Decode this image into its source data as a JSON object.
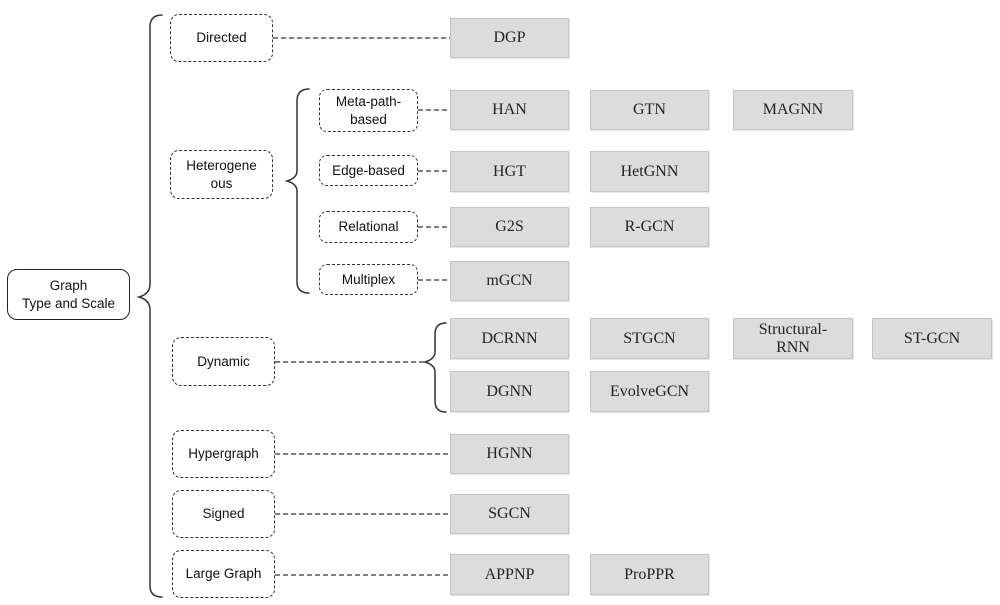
{
  "root": {
    "line1": "Graph",
    "line2": "Type and Scale"
  },
  "categories": {
    "directed": "Directed",
    "heterogeneous": {
      "line1": "Heterogene",
      "line2": "ous"
    },
    "dynamic": "Dynamic",
    "hypergraph": "Hypergraph",
    "signed": "Signed",
    "large_graph": "Large Graph"
  },
  "subcategories": {
    "meta_path": {
      "line1": "Meta-path-",
      "line2": "based"
    },
    "edge_based": "Edge-based",
    "relational": "Relational",
    "multiplex": "Multiplex"
  },
  "models": {
    "dgp": "DGP",
    "han": "HAN",
    "gtn": "GTN",
    "magnn": "MAGNN",
    "hgt": "HGT",
    "hetgnn": "HetGNN",
    "g2s": "G2S",
    "rgcn": "R-GCN",
    "mgcn": "mGCN",
    "dcrnn": "DCRNN",
    "stgcn": "STGCN",
    "structural_rnn": {
      "line1": "Structural-",
      "line2": "RNN"
    },
    "st_gcn": "ST-GCN",
    "dgnn": "DGNN",
    "evolvegcn": "EvolveGCN",
    "hgnn": "HGNN",
    "sgcn": "SGCN",
    "appnp": "APPNP",
    "proppr": "ProPPR"
  }
}
